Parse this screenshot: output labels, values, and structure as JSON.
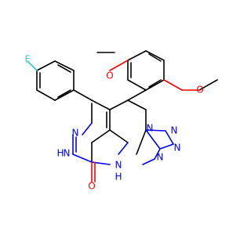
{
  "molecule": {
    "atoms": {
      "F": "F",
      "O_methoxy_top": "O",
      "O_methoxy_right": "O",
      "O_carbonyl": "O",
      "N_pyridazine_1": "N",
      "N_pyridazine_2": "N",
      "H_pyridazine": "H",
      "N_tetrazole_1": "N",
      "N_tetrazole_2": "N",
      "N_tetrazole_3": "N",
      "N_tetrazole_4": "N",
      "N_amine": "N",
      "H_amine": "H"
    }
  }
}
